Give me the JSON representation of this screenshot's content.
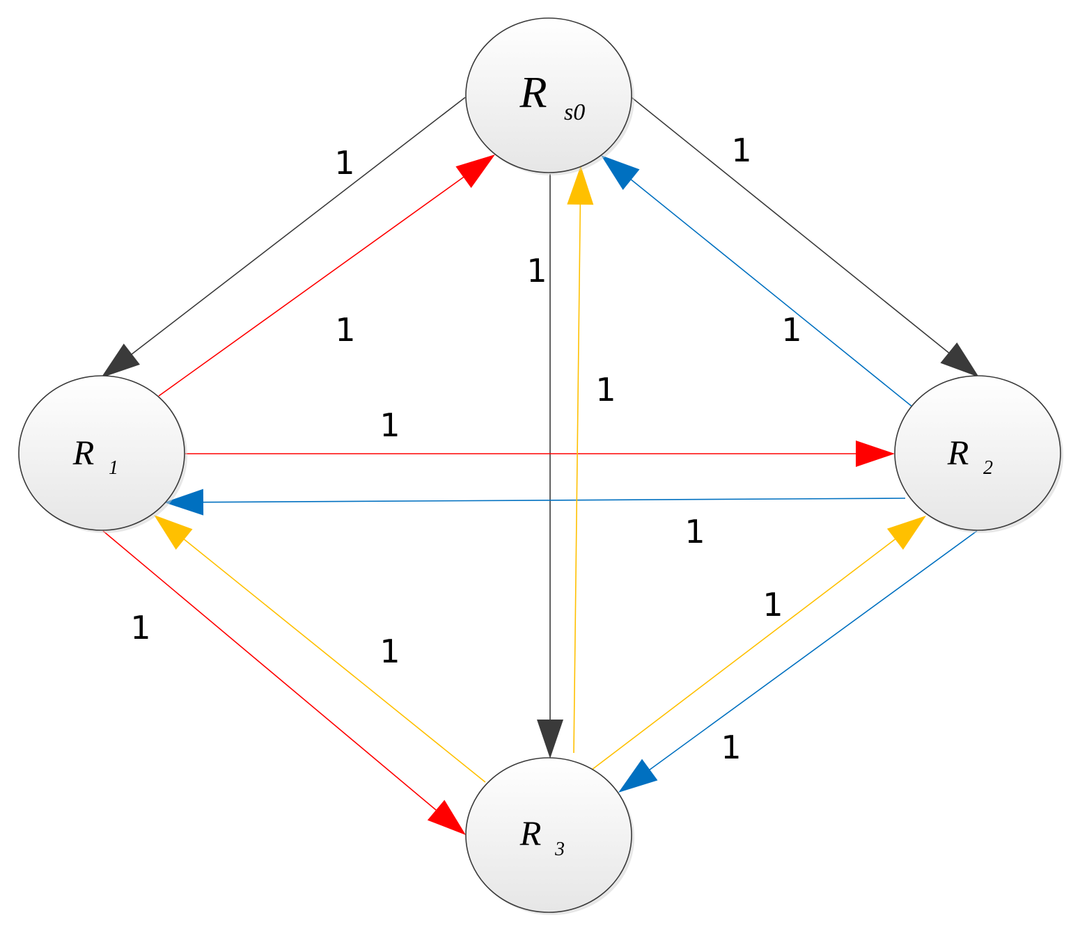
{
  "colors": {
    "black": "#3a3a3a",
    "red": "#ff0000",
    "blue": "#0070c0",
    "orange": "#ffc000",
    "node_fill_top": "#ffffff",
    "node_fill_bottom": "#e6e6e6",
    "node_stroke": "#3a3a3a"
  },
  "nodes": [
    {
      "id": "Rs0",
      "main": "R",
      "sub": "s0"
    },
    {
      "id": "R1",
      "main": "R",
      "sub": "1"
    },
    {
      "id": "R2",
      "main": "R",
      "sub": "2"
    },
    {
      "id": "R3",
      "main": "R",
      "sub": "3"
    }
  ],
  "edges": [
    {
      "from": "Rs0",
      "to": "R1",
      "color": "black",
      "weight": "1"
    },
    {
      "from": "Rs0",
      "to": "R2",
      "color": "black",
      "weight": "1"
    },
    {
      "from": "Rs0",
      "to": "R3",
      "color": "black",
      "weight": "1"
    },
    {
      "from": "R1",
      "to": "Rs0",
      "color": "red",
      "weight": "1"
    },
    {
      "from": "R1",
      "to": "R2",
      "color": "red",
      "weight": "1"
    },
    {
      "from": "R1",
      "to": "R3",
      "color": "red",
      "weight": "1"
    },
    {
      "from": "R2",
      "to": "Rs0",
      "color": "blue",
      "weight": "1"
    },
    {
      "from": "R2",
      "to": "R1",
      "color": "blue",
      "weight": "1"
    },
    {
      "from": "R2",
      "to": "R3",
      "color": "blue",
      "weight": "1"
    },
    {
      "from": "R3",
      "to": "Rs0",
      "color": "orange",
      "weight": "1"
    },
    {
      "from": "R3",
      "to": "R1",
      "color": "orange",
      "weight": "1"
    },
    {
      "from": "R3",
      "to": "R2",
      "color": "orange",
      "weight": "1"
    }
  ]
}
